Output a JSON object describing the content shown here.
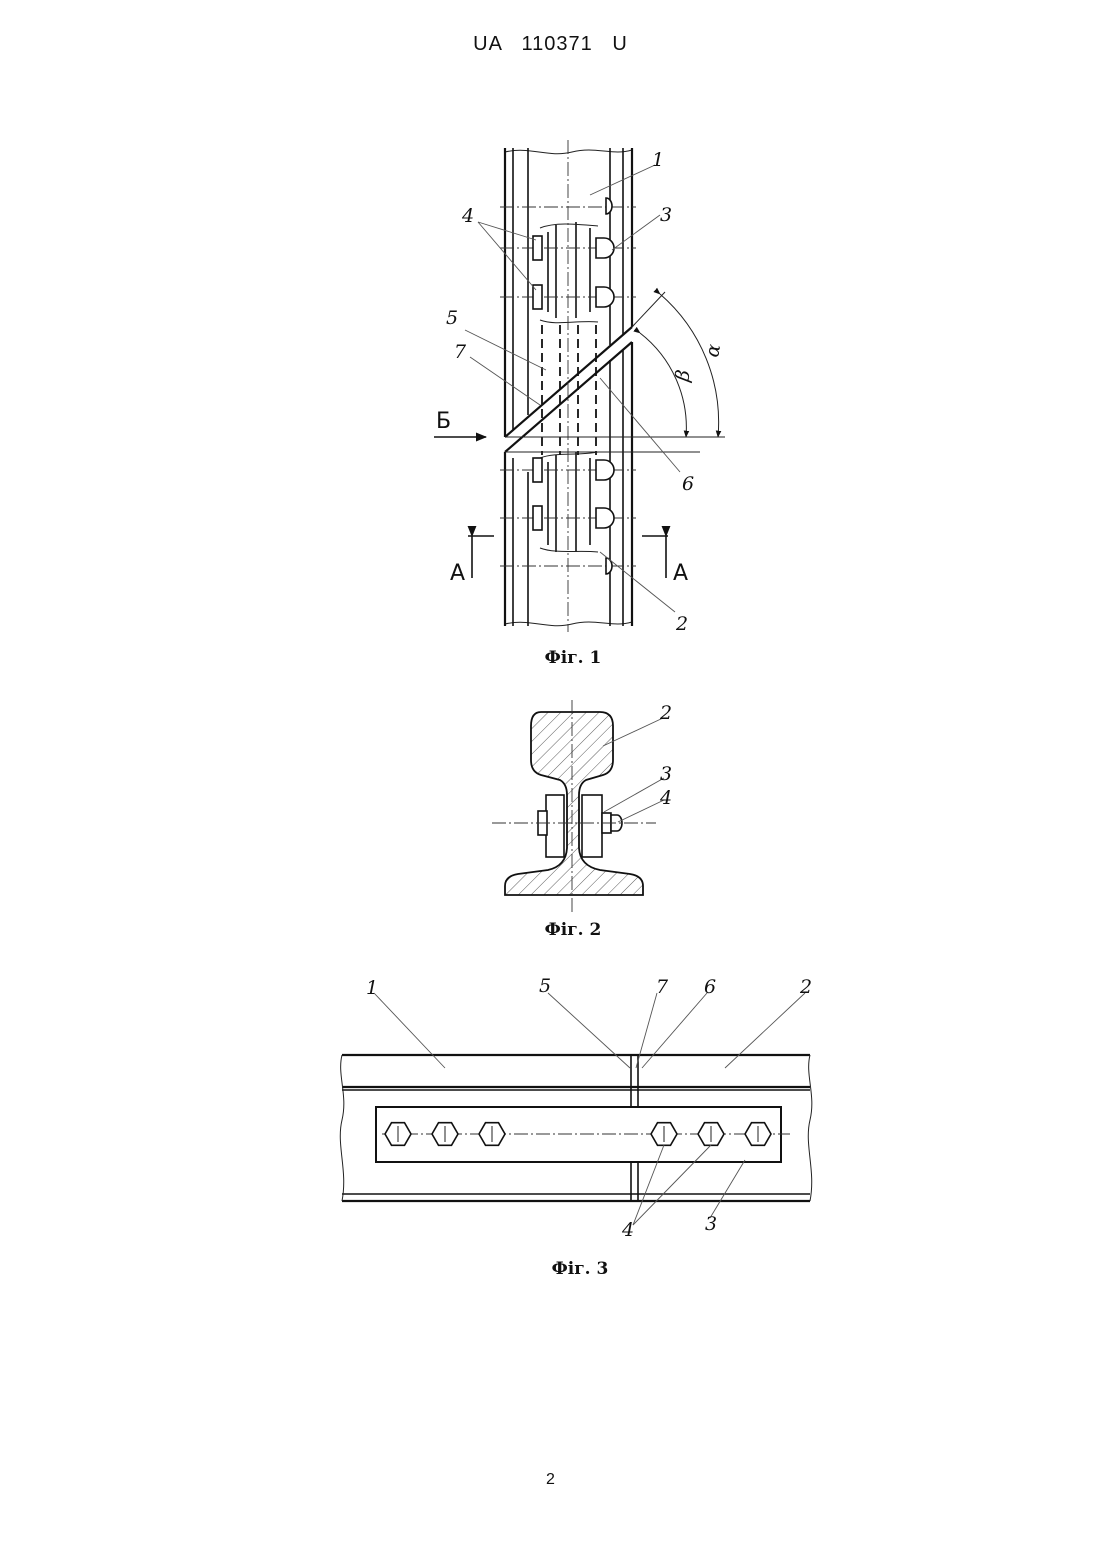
{
  "header": {
    "doc_number": "UA   110371   U"
  },
  "footer": {
    "page_number": "2"
  },
  "figures": [
    {
      "caption": "Фіг. 1",
      "labels": [
        "1",
        "3",
        "4",
        "5",
        "7",
        "6",
        "2"
      ],
      "section_marks": [
        "Б",
        "А",
        "А"
      ],
      "angle_labels": [
        "α",
        "β"
      ]
    },
    {
      "caption": "Фіг. 2",
      "labels": [
        "2",
        "3",
        "4"
      ]
    },
    {
      "caption": "Фіг. 3",
      "labels": [
        "1",
        "5",
        "7",
        "6",
        "2",
        "4",
        "3"
      ]
    }
  ]
}
